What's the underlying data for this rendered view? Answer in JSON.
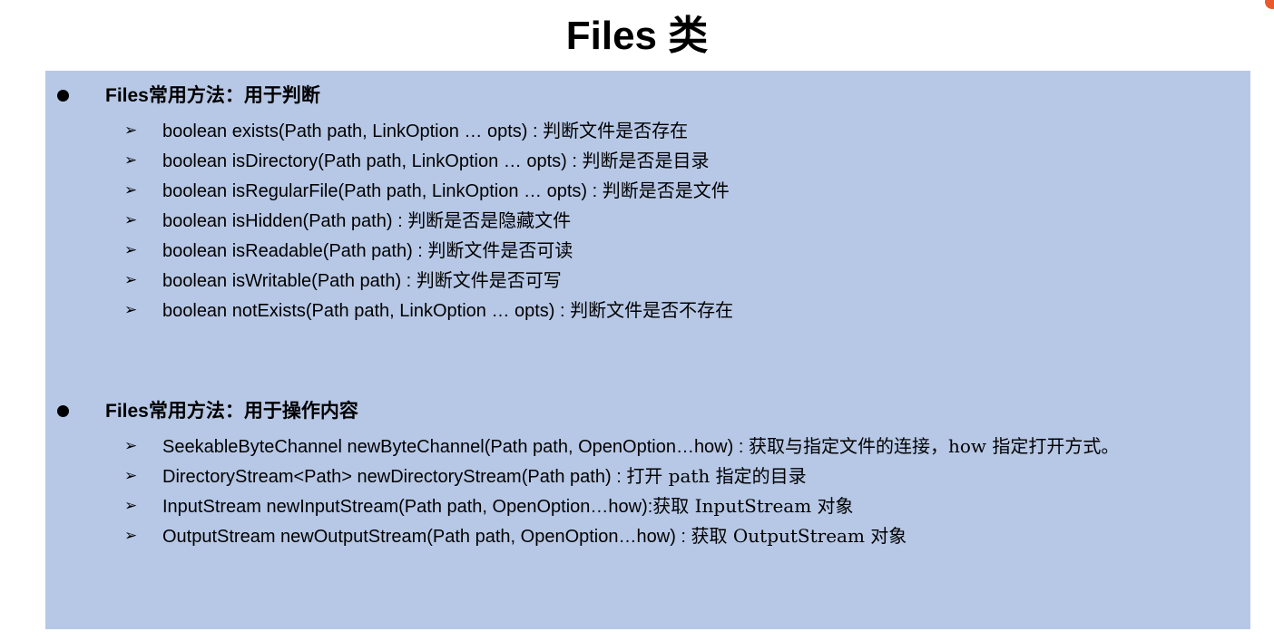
{
  "title": "Files 类",
  "sections": [
    {
      "heading": "Files常用方法：用于判断",
      "items": [
        {
          "code": "boolean exists(Path path, LinkOption … opts) : ",
          "desc": "判断文件是否存在"
        },
        {
          "code": "boolean isDirectory(Path path, LinkOption … opts) : ",
          "desc": "判断是否是目录"
        },
        {
          "code": "boolean isRegularFile(Path path, LinkOption … opts) : ",
          "desc": "判断是否是文件"
        },
        {
          "code": "boolean isHidden(Path path) : ",
          "desc": "判断是否是隐藏文件"
        },
        {
          "code": "boolean isReadable(Path path) : ",
          "desc": "判断文件是否可读"
        },
        {
          "code": "boolean isWritable(Path path) : ",
          "desc": "判断文件是否可写"
        },
        {
          "code": "boolean notExists(Path path, LinkOption … opts) : ",
          "desc": "判断文件是否不存在"
        }
      ]
    },
    {
      "heading": "Files常用方法：用于操作内容",
      "items": [
        {
          "code": "SeekableByteChannel newByteChannel(Path path, OpenOption…how) : ",
          "desc": "获取与指定文件的连接，how 指定打开方式。"
        },
        {
          "code": "DirectoryStream<Path>  newDirectoryStream(Path path) : ",
          "desc": "打开 path 指定的目录"
        },
        {
          "code": "InputStream newInputStream(Path path, OpenOption…how):",
          "desc": "获取 InputStream 对象"
        },
        {
          "code": "OutputStream newOutputStream(Path path, OpenOption…how) : ",
          "desc": "获取 OutputStream 对象"
        }
      ]
    }
  ],
  "icons": {
    "bullet": "black-circle",
    "item_marker": "arrowhead-right"
  },
  "colors": {
    "panel_background": "#b7c8e6",
    "page_background": "#ffffff",
    "text": "#000000"
  }
}
